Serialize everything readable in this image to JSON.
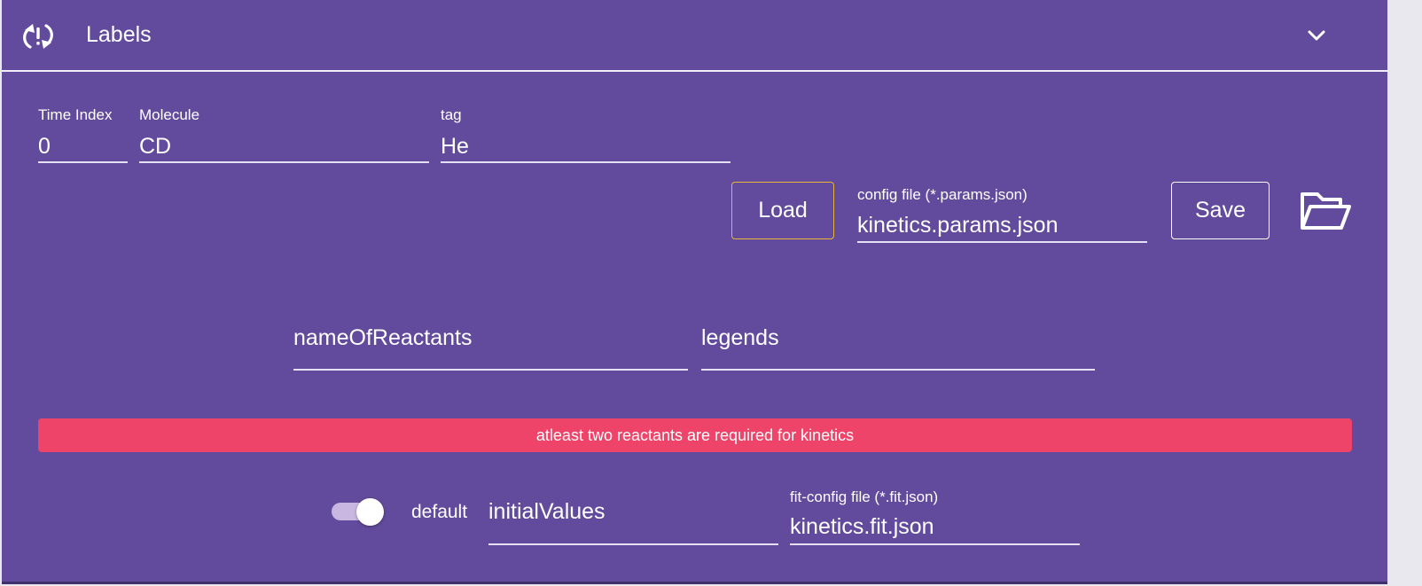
{
  "header": {
    "title": "Labels",
    "icon": "refresh-alert-icon",
    "toggle_icon": "chevron-down-icon"
  },
  "fields": {
    "time_index": {
      "label": "Time Index",
      "value": "0"
    },
    "molecule": {
      "label": "Molecule",
      "value": "CD"
    },
    "tag": {
      "label": "tag",
      "value": "He"
    },
    "config_file": {
      "label": "config file (*.params.json)",
      "value": "kinetics.params.json"
    },
    "name_of_reactants": {
      "label": "",
      "placeholder": "nameOfReactants"
    },
    "legends": {
      "label": "",
      "placeholder": "legends"
    },
    "initial_values": {
      "label": "",
      "placeholder": "initialValues"
    },
    "fit_config_file": {
      "label": "fit-config file (*.fit.json)",
      "value": "kinetics.fit.json"
    }
  },
  "buttons": {
    "load": "Load",
    "save": "Save",
    "folder_icon": "folder-open-icon"
  },
  "alert": {
    "text": "atleast two reactants are required for kinetics",
    "color": "#ef4469"
  },
  "toggle": {
    "label": "default",
    "checked": true
  },
  "colors": {
    "panel": "#624b9c",
    "accent_load": "#e7b43a"
  }
}
